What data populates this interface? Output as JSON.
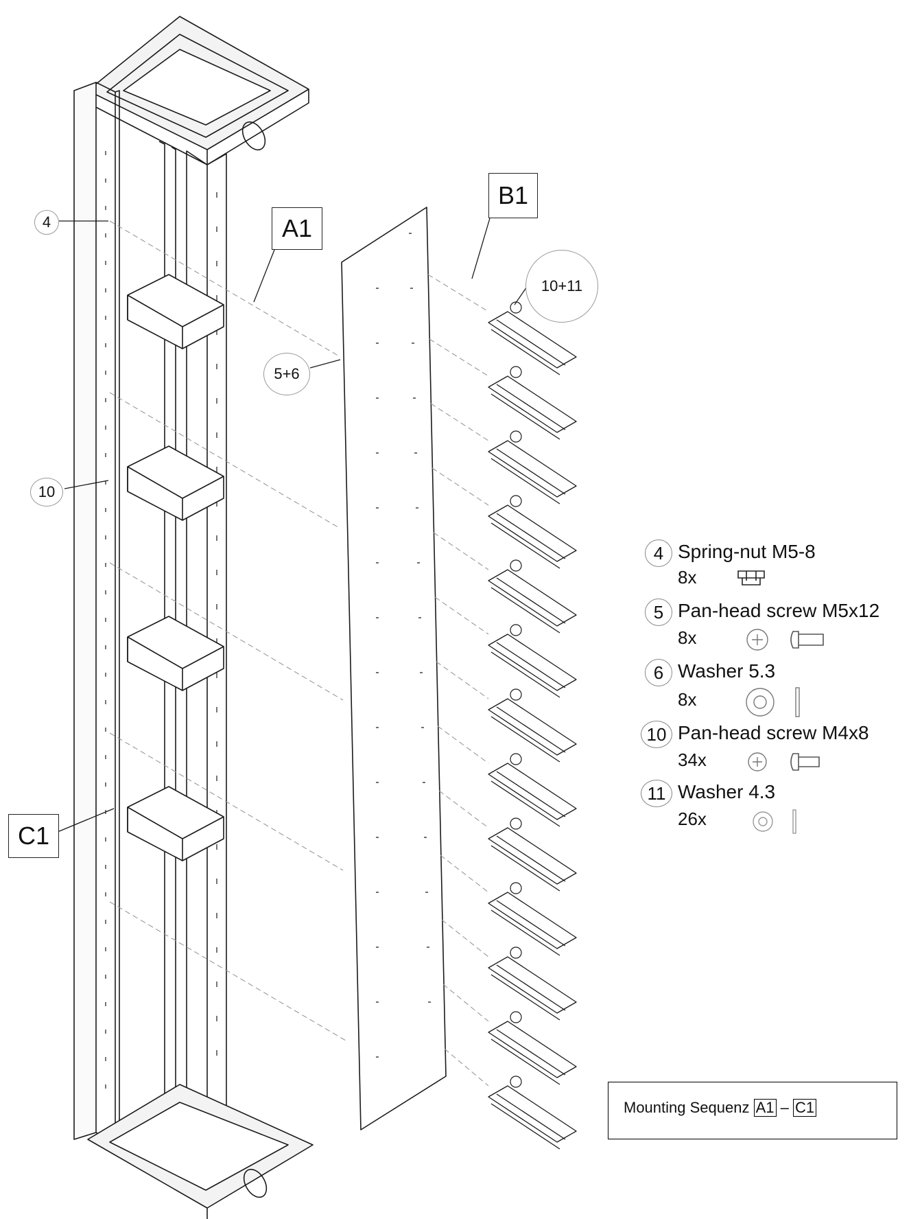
{
  "callouts": {
    "a1": "A1",
    "b1": "B1",
    "c1": "C1",
    "n4": "4",
    "n10": "10",
    "n5_6": "5+6",
    "n10_11": "10+11"
  },
  "legend": [
    {
      "num": "4",
      "name": "Spring-nut M5-8",
      "qty": "8x",
      "icon": "spring-nut-icon"
    },
    {
      "num": "5",
      "name": "Pan-head screw M5x12",
      "qty": "8x",
      "icon": "pan-head-screw-icon"
    },
    {
      "num": "6",
      "name": "Washer 5.3",
      "qty": "8x",
      "icon": "washer-icon"
    },
    {
      "num": "10",
      "name": "Pan-head screw M4x8",
      "qty": "34x",
      "icon": "pan-head-screw-icon"
    },
    {
      "num": "11",
      "name": "Washer 4.3",
      "qty": "26x",
      "icon": "washer-icon"
    }
  ],
  "sequence": {
    "label": "Mounting Sequenz",
    "from": "A1",
    "dash": "–",
    "to": "C1"
  },
  "colors": {
    "line": "#1a1a1a",
    "leader": "#888888"
  }
}
